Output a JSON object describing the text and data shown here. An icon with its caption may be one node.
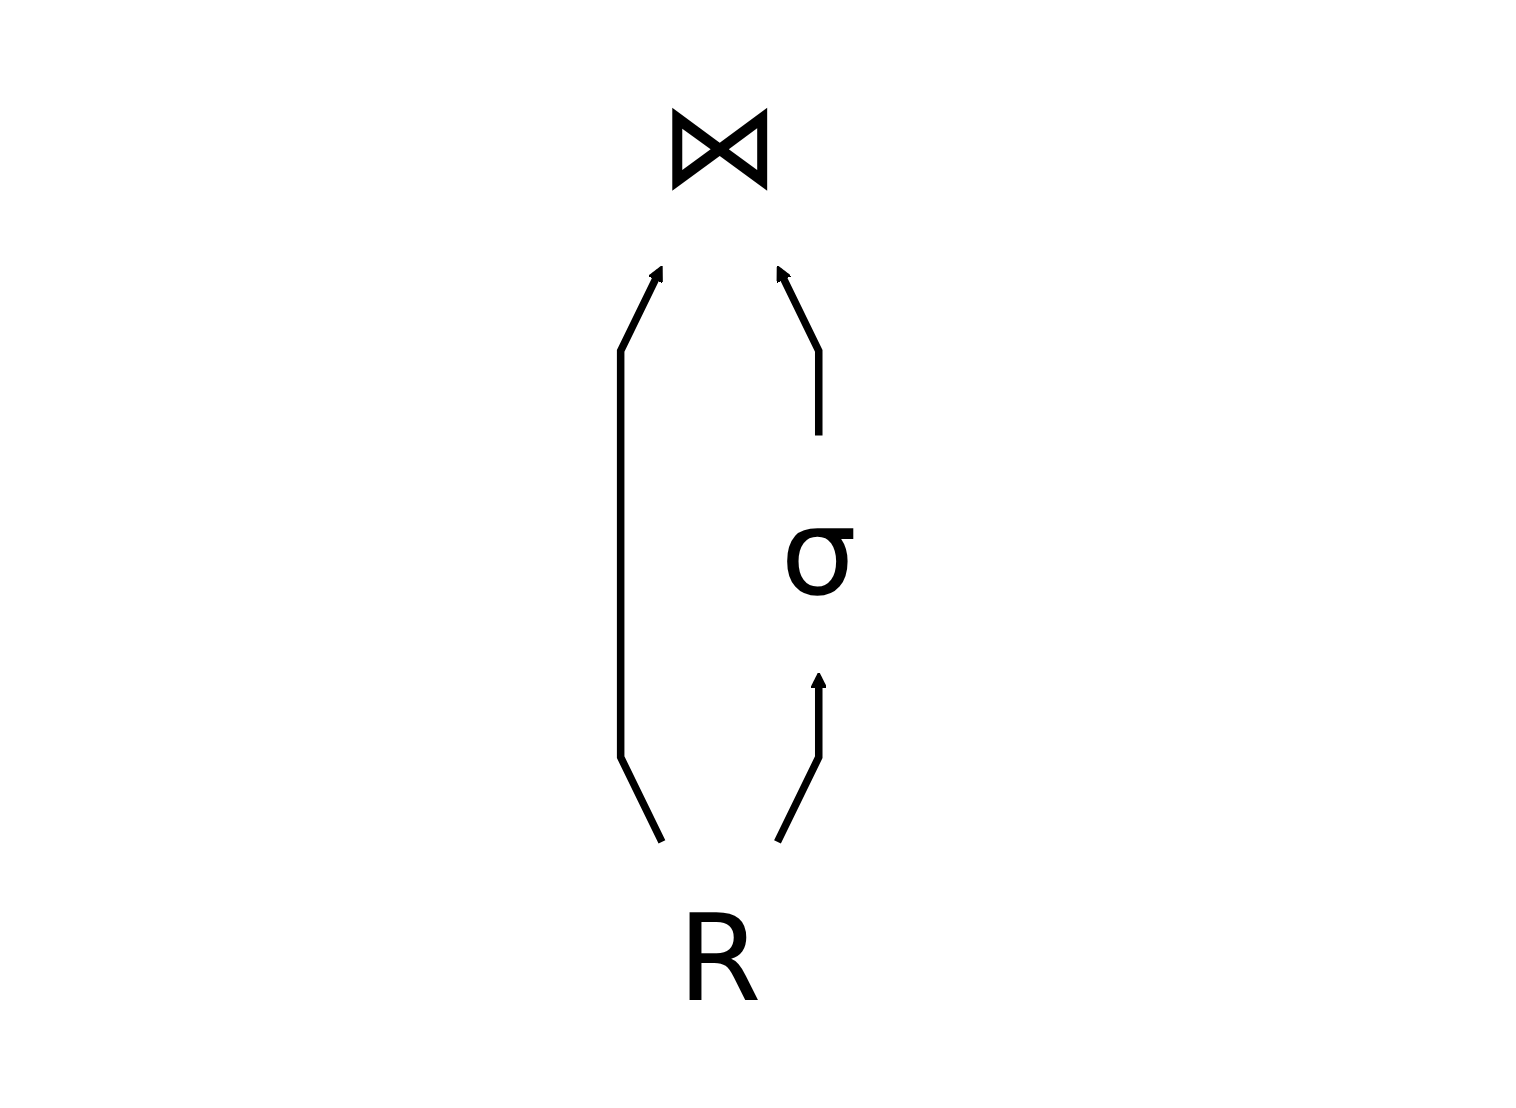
{
  "diagram": {
    "nodes": [
      {
        "text": [
          "⋈"
        ]
      },
      {
        "text": [
          "σ"
        ]
      },
      {
        "text": [
          "R"
        ]
      }
    ],
    "edges": [
      {
        "from": 2,
        "to": 0,
        "arrow": "to"
      },
      {
        "from": 2,
        "to": 1,
        "arrow": "to"
      },
      {
        "from": 1,
        "to": 0,
        "arrow": "to"
      }
    ]
  }
}
